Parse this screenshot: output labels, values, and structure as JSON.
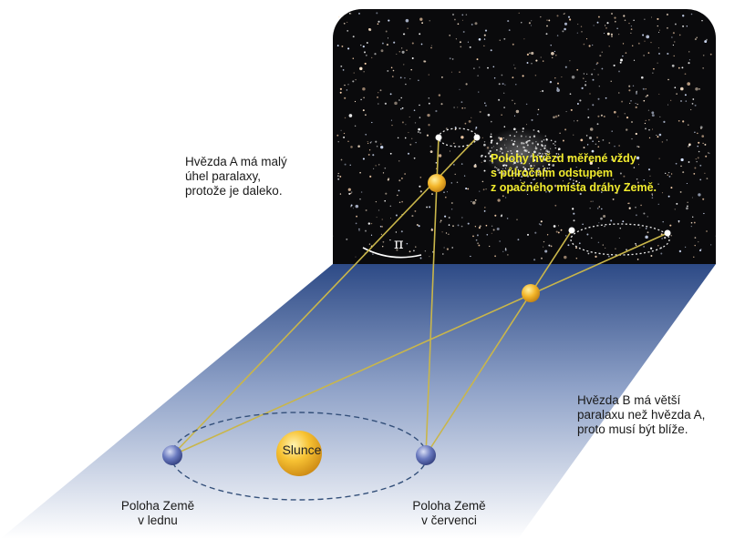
{
  "sky_photo_note": {
    "line1": "Polohy hvězd měřené vždy",
    "line2": "s půlročním odstupem",
    "line3": "z opačného místa dráhy Země."
  },
  "star_a_note": {
    "line1": "Hvězda A má malý",
    "line2": "úhel paralaxy,",
    "line3": "protože je daleko."
  },
  "star_b_note": {
    "line1": "Hvězda B má větší",
    "line2": "paralaxu než hvězda A,",
    "line3": "proto musí být blíže."
  },
  "sun": {
    "label": "Slunce"
  },
  "earth_january": {
    "line1": "Poloha Země",
    "line2": "v lednu"
  },
  "earth_july": {
    "line1": "Poloha Země",
    "line2": "v červenci"
  },
  "parallax_symbol": "π",
  "colors": {
    "sky_background": "#0a0a0c",
    "sky_text": "#f2ec2e",
    "sight_lines": "#c9b64a",
    "star_body": "#f2b52a",
    "earth_body": "#5a6bb0",
    "orbit_dash": "#34507a",
    "plane_top": "#2d4a86",
    "plane_bottom": "#ffffff"
  }
}
